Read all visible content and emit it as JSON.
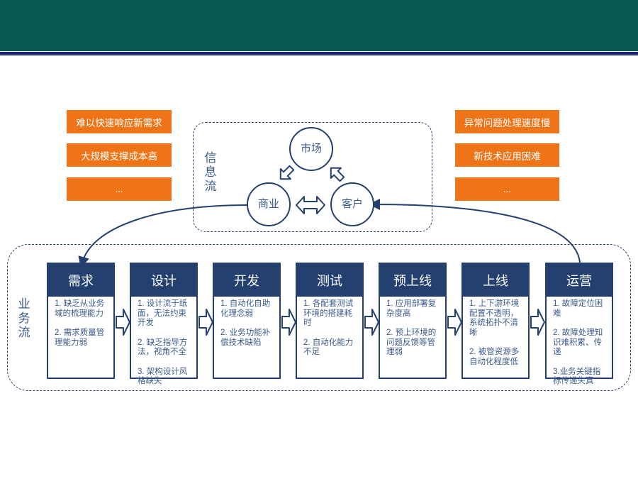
{
  "left_issues": [
    "难以快速响应新需求",
    "大规模支撑成本高",
    "..."
  ],
  "right_issues": [
    "异常问题处理速度慢",
    "新技术应用困难",
    "..."
  ],
  "info_flow": {
    "label": "信息流",
    "nodes": {
      "market": "市场",
      "business": "商业",
      "customer": "客户"
    }
  },
  "business_flow": {
    "label": "业务流",
    "stages": [
      {
        "title": "需求",
        "items": [
          "1. 缺乏从业务域的梳理能力",
          "2. 需求质量管理能力弱"
        ]
      },
      {
        "title": "设计",
        "items": [
          "1. 设计流于纸面，无法约束开发",
          "2. 缺乏指导方法，视角不全",
          "3. 架构设计风格缺失"
        ]
      },
      {
        "title": "开发",
        "items": [
          "1. 自动化自助化理念弱",
          "2. 业务功能补偿技术缺陷"
        ]
      },
      {
        "title": "测试",
        "items": [
          "1. 各配套测试环境的搭建耗时",
          "2. 自动化能力不足"
        ]
      },
      {
        "title": "预上线",
        "items": [
          "1. 应用部署复杂度高",
          "2. 预上环境的问题反馈等管理弱"
        ]
      },
      {
        "title": "上线",
        "items": [
          "1. 上下游环境配置不透明，系统拓扑不清晰",
          "2. 被管资源多自动化程度低"
        ]
      },
      {
        "title": "运营",
        "items": [
          "1. 故障定位困难",
          "2. 故障处理知识难积累、传递",
          "3.业务关键指标传递失真"
        ]
      }
    ]
  },
  "colors": {
    "header": "#065a52",
    "orange": "#ef7418",
    "navy": "#24406f",
    "text_blue": "#3a5a8a"
  }
}
